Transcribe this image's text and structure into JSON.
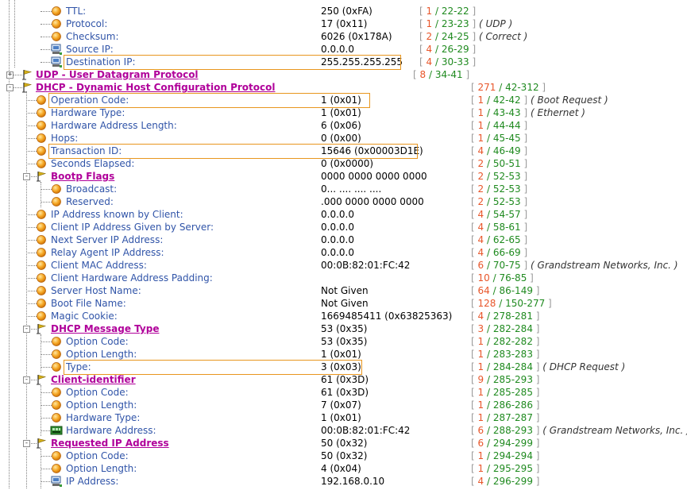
{
  "colors": {
    "field": "#3054a8",
    "group": "#b0009a",
    "length": "#e8562a",
    "position": "#1f8a1f",
    "highlight": "#e8961e"
  },
  "rows": [
    {
      "level": 2,
      "icon": "orange-circle-icon",
      "name": "TTL:",
      "value": "250 (0xFA)",
      "len": "1",
      "pos": "22-22",
      "desc": "",
      "group": false
    },
    {
      "level": 2,
      "icon": "orange-circle-icon",
      "name": "Protocol:",
      "value": "17 (0x11)",
      "len": "1",
      "pos": "23-23",
      "desc": "UDP",
      "group": false
    },
    {
      "level": 2,
      "icon": "orange-circle-icon",
      "name": "Checksum:",
      "value": "6026 (0x178A)",
      "len": "2",
      "pos": "24-25",
      "desc": "Correct",
      "group": false
    },
    {
      "level": 2,
      "icon": "network-address-icon",
      "name": "Source IP:",
      "value": "0.0.0.0",
      "len": "4",
      "pos": "26-29",
      "desc": "",
      "group": false
    },
    {
      "level": 2,
      "icon": "network-address-icon",
      "name": "Destination IP:",
      "value": "255.255.255.255",
      "len": "4",
      "pos": "30-33",
      "desc": "",
      "group": false,
      "hl": true
    },
    {
      "level": 0,
      "icon": "protocol-flag-icon",
      "name": "UDP - User Datagram Protocol",
      "value": "",
      "len": "8",
      "pos": "34-41",
      "desc": "",
      "group": true,
      "expander": "+"
    },
    {
      "level": 0,
      "icon": "protocol-flag-icon",
      "name": "DHCP - Dynamic Host Configuration Protocol",
      "value": "",
      "len": "271",
      "pos": "42-312",
      "desc": "",
      "group": true,
      "expander": "-"
    },
    {
      "level": 1,
      "icon": "orange-circle-icon",
      "name": "Operation Code:",
      "value": "1 (0x01)",
      "len": "1",
      "pos": "42-42",
      "desc": "Boot Request",
      "group": false,
      "hl": true
    },
    {
      "level": 1,
      "icon": "orange-circle-icon",
      "name": "Hardware Type:",
      "value": "1 (0x01)",
      "len": "1",
      "pos": "43-43",
      "desc": "Ethernet",
      "group": false
    },
    {
      "level": 1,
      "icon": "orange-circle-icon",
      "name": "Hardware Address Length:",
      "value": "6 (0x06)",
      "len": "1",
      "pos": "44-44",
      "desc": "",
      "group": false
    },
    {
      "level": 1,
      "icon": "orange-circle-icon",
      "name": "Hops:",
      "value": "0 (0x00)",
      "len": "1",
      "pos": "45-45",
      "desc": "",
      "group": false
    },
    {
      "level": 1,
      "icon": "orange-circle-icon",
      "name": "Transaction ID:",
      "value": "15646 (0x00003D1E)",
      "len": "4",
      "pos": "46-49",
      "desc": "",
      "group": false,
      "hl": true
    },
    {
      "level": 1,
      "icon": "orange-circle-icon",
      "name": "Seconds Elapsed:",
      "value": "0 (0x0000)",
      "len": "2",
      "pos": "50-51",
      "desc": "",
      "group": false
    },
    {
      "level": 1,
      "icon": "protocol-flag-icon",
      "name": "Bootp Flags",
      "value": "0000 0000 0000 0000",
      "len": "2",
      "pos": "52-53",
      "desc": "",
      "group": true,
      "expander": "-"
    },
    {
      "level": 2,
      "icon": "orange-circle-icon",
      "name": "Broadcast:",
      "value": "0... .... .... ....",
      "len": "2",
      "pos": "52-53",
      "desc": "",
      "group": false
    },
    {
      "level": 2,
      "icon": "orange-circle-icon",
      "name": "Reserved:",
      "value": ".000 0000 0000 0000",
      "len": "2",
      "pos": "52-53",
      "desc": "",
      "group": false
    },
    {
      "level": 1,
      "icon": "orange-circle-icon",
      "name": "IP Address known by Client:",
      "value": "0.0.0.0",
      "len": "4",
      "pos": "54-57",
      "desc": "",
      "group": false
    },
    {
      "level": 1,
      "icon": "orange-circle-icon",
      "name": "Client IP Address Given by Server:",
      "value": "0.0.0.0",
      "len": "4",
      "pos": "58-61",
      "desc": "",
      "group": false
    },
    {
      "level": 1,
      "icon": "orange-circle-icon",
      "name": "Next Server IP Address:",
      "value": "0.0.0.0",
      "len": "4",
      "pos": "62-65",
      "desc": "",
      "group": false
    },
    {
      "level": 1,
      "icon": "orange-circle-icon",
      "name": "Relay Agent IP Address:",
      "value": "0.0.0.0",
      "len": "4",
      "pos": "66-69",
      "desc": "",
      "group": false
    },
    {
      "level": 1,
      "icon": "orange-circle-icon",
      "name": "Client MAC Address:",
      "value": "00:0B:82:01:FC:42",
      "len": "6",
      "pos": "70-75",
      "desc": "Grandstream Networks, Inc.",
      "group": false
    },
    {
      "level": 1,
      "icon": "orange-circle-icon",
      "name": "Client Hardware Address Padding:",
      "value": "",
      "len": "10",
      "pos": "76-85",
      "desc": "",
      "group": false
    },
    {
      "level": 1,
      "icon": "orange-circle-icon",
      "name": "Server Host Name:",
      "value": "Not Given",
      "len": "64",
      "pos": "86-149",
      "desc": "",
      "group": false
    },
    {
      "level": 1,
      "icon": "orange-circle-icon",
      "name": "Boot File Name:",
      "value": "Not Given",
      "len": "128",
      "pos": "150-277",
      "desc": "",
      "group": false
    },
    {
      "level": 1,
      "icon": "orange-circle-icon",
      "name": "Magic Cookie:",
      "value": "1669485411 (0x63825363)",
      "len": "4",
      "pos": "278-281",
      "desc": "",
      "group": false
    },
    {
      "level": 1,
      "icon": "protocol-flag-icon",
      "name": "DHCP Message Type",
      "value": "53 (0x35)",
      "len": "3",
      "pos": "282-284",
      "desc": "",
      "group": true,
      "expander": "-"
    },
    {
      "level": 2,
      "icon": "orange-circle-icon",
      "name": "Option Code:",
      "value": "53 (0x35)",
      "len": "1",
      "pos": "282-282",
      "desc": "",
      "group": false
    },
    {
      "level": 2,
      "icon": "orange-circle-icon",
      "name": "Option Length:",
      "value": "1 (0x01)",
      "len": "1",
      "pos": "283-283",
      "desc": "",
      "group": false
    },
    {
      "level": 2,
      "icon": "orange-circle-icon",
      "name": "Type:",
      "value": "3 (0x03)",
      "len": "1",
      "pos": "284-284",
      "desc": "DHCP Request",
      "group": false,
      "hl": true
    },
    {
      "level": 1,
      "icon": "protocol-flag-icon",
      "name": "Client-identifier",
      "value": "61 (0x3D)",
      "len": "9",
      "pos": "285-293",
      "desc": "",
      "group": true,
      "expander": "-"
    },
    {
      "level": 2,
      "icon": "orange-circle-icon",
      "name": "Option Code:",
      "value": "61 (0x3D)",
      "len": "1",
      "pos": "285-285",
      "desc": "",
      "group": false
    },
    {
      "level": 2,
      "icon": "orange-circle-icon",
      "name": "Option Length:",
      "value": "7 (0x07)",
      "len": "1",
      "pos": "286-286",
      "desc": "",
      "group": false
    },
    {
      "level": 2,
      "icon": "orange-circle-icon",
      "name": "Hardware Type:",
      "value": "1 (0x01)",
      "len": "1",
      "pos": "287-287",
      "desc": "",
      "group": false
    },
    {
      "level": 2,
      "icon": "mac-address-icon",
      "name": "Hardware Address:",
      "value": "00:0B:82:01:FC:42",
      "len": "6",
      "pos": "288-293",
      "desc": "Grandstream Networks, Inc.",
      "group": false
    },
    {
      "level": 1,
      "icon": "protocol-flag-icon",
      "name": "Requested IP Address",
      "value": "50 (0x32)",
      "len": "6",
      "pos": "294-299",
      "desc": "",
      "group": true,
      "expander": "-"
    },
    {
      "level": 2,
      "icon": "orange-circle-icon",
      "name": "Option Code:",
      "value": "50 (0x32)",
      "len": "1",
      "pos": "294-294",
      "desc": "",
      "group": false
    },
    {
      "level": 2,
      "icon": "orange-circle-icon",
      "name": "Option Length:",
      "value": "4 (0x04)",
      "len": "1",
      "pos": "295-295",
      "desc": "",
      "group": false
    },
    {
      "level": 2,
      "icon": "network-address-icon",
      "name": "IP Address:",
      "value": "192.168.0.10",
      "len": "4",
      "pos": "296-299",
      "desc": "",
      "group": false
    }
  ]
}
